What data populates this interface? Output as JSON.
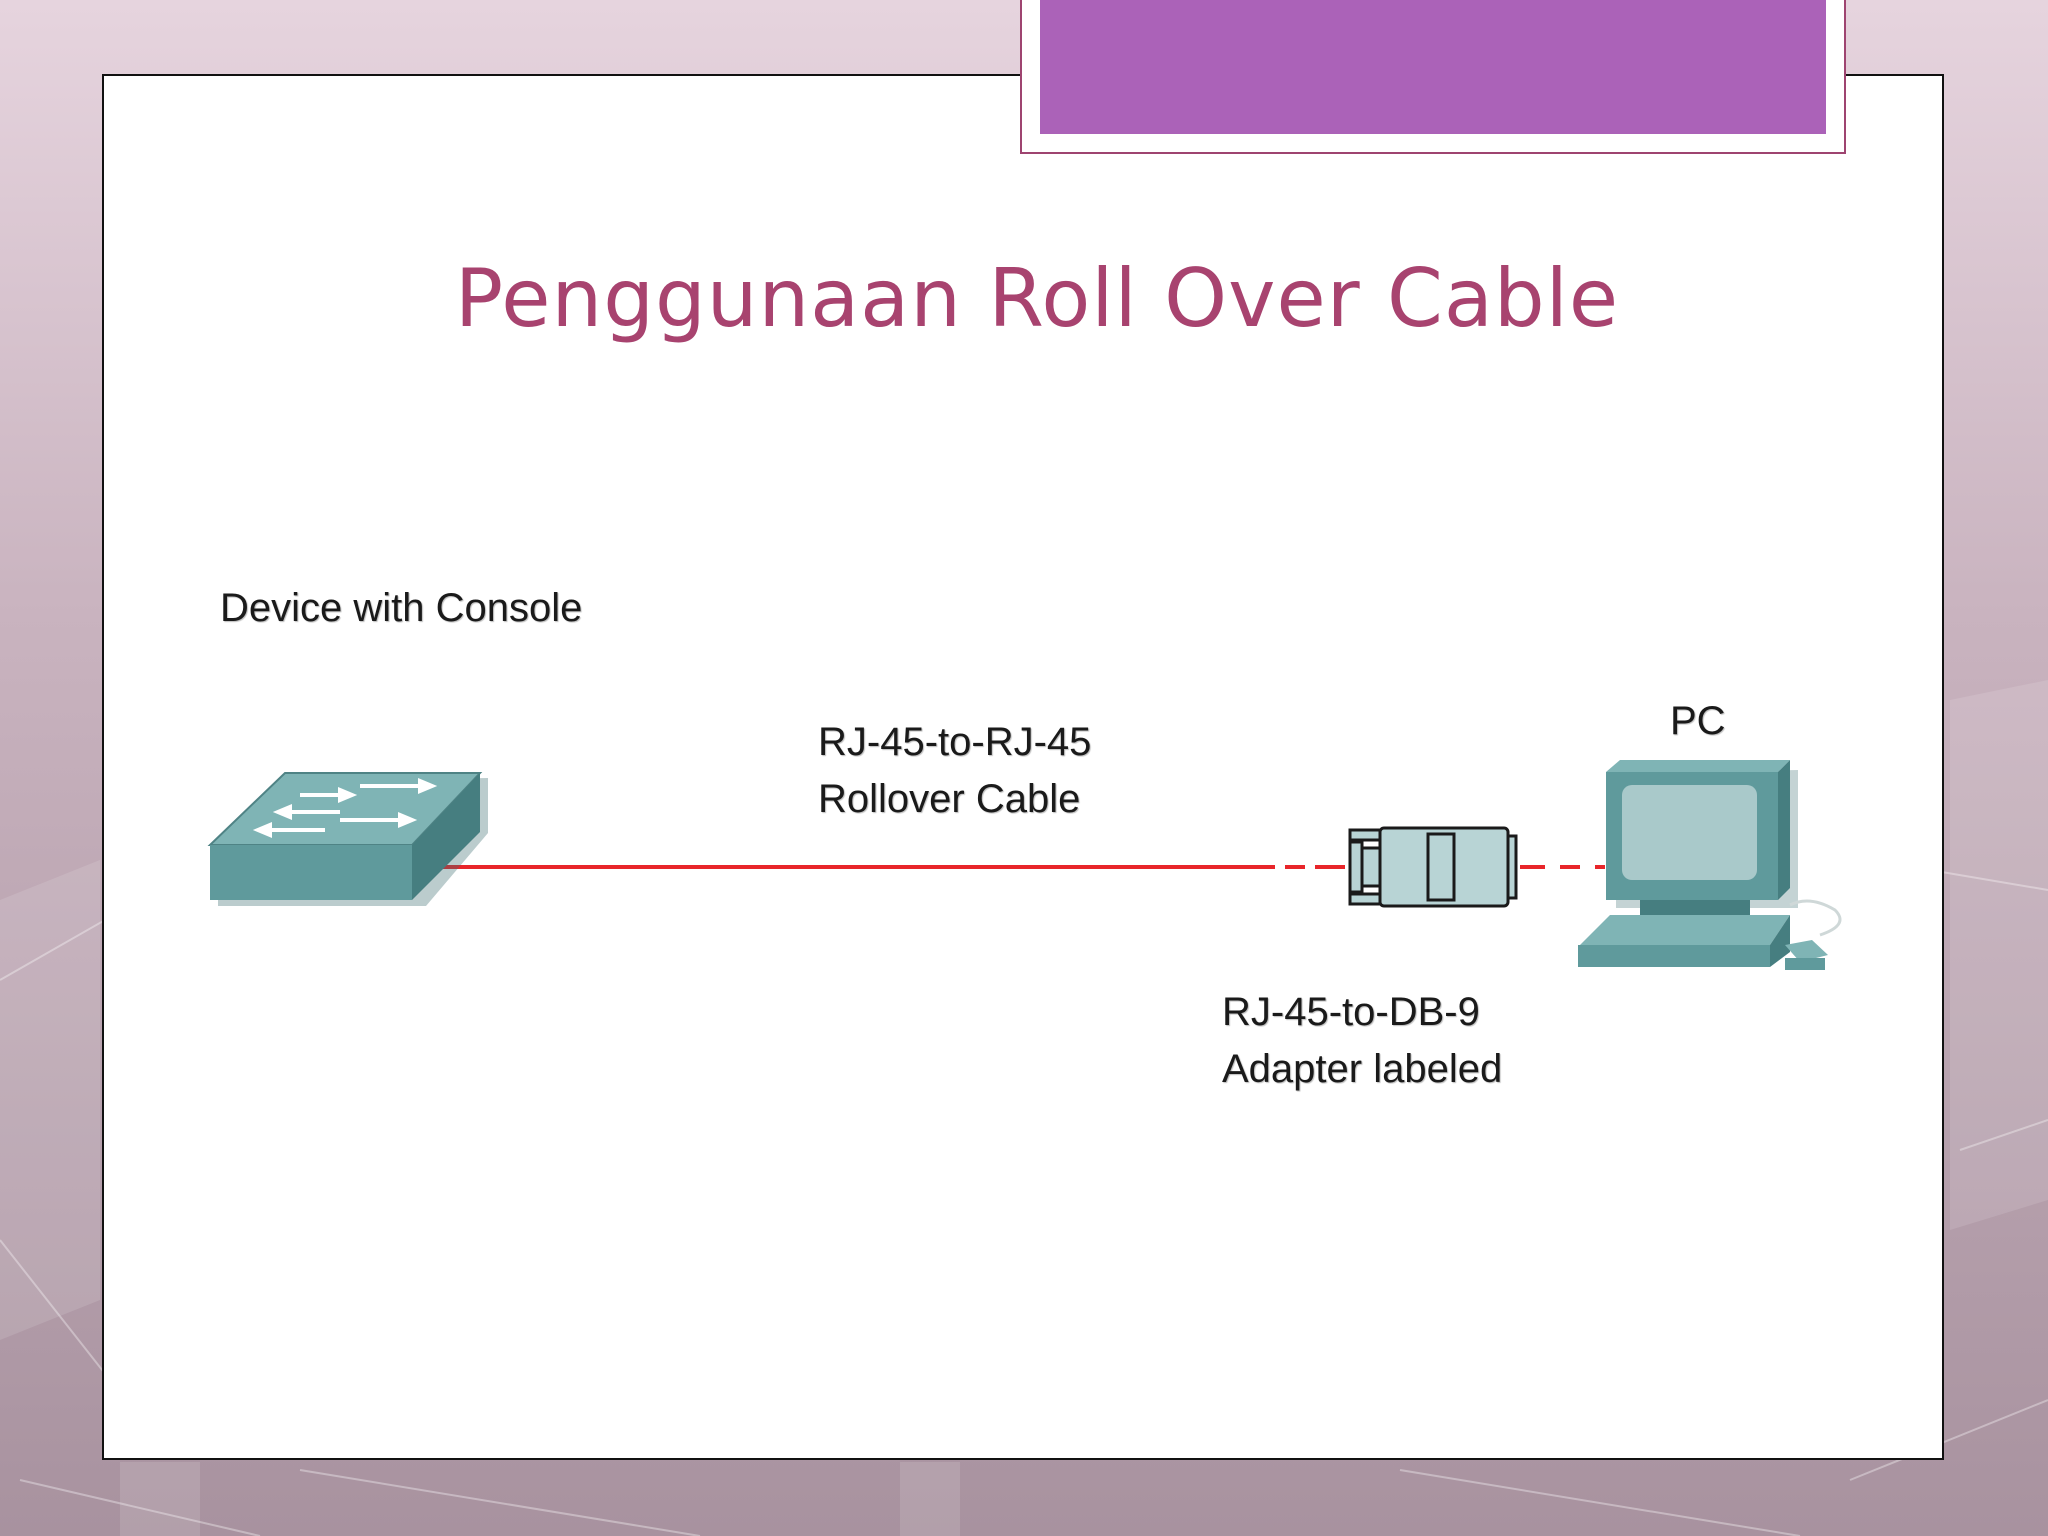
{
  "slide": {
    "title": "Penggunaan Roll Over Cable"
  },
  "diagram": {
    "device_label": "Device with Console",
    "cable_label_line1": "RJ-45-to-RJ-45",
    "cable_label_line2": "Rollover Cable",
    "adapter_label_line1": "RJ-45-to-DB-9",
    "adapter_label_line2": "Adapter labeled",
    "pc_label": "PC",
    "device_icon": "network-switch-icon",
    "adapter_icon": "db9-adapter-icon",
    "pc_icon": "desktop-pc-icon"
  },
  "colors": {
    "title": "#a8436f",
    "accent_bar": "#ab62b8",
    "accent_frame": "#9e4470",
    "cable": "#e8252a",
    "device_fill": "#5f9a9c",
    "device_top": "#7fb4b5",
    "pc_screen": "#a9c9ca"
  }
}
